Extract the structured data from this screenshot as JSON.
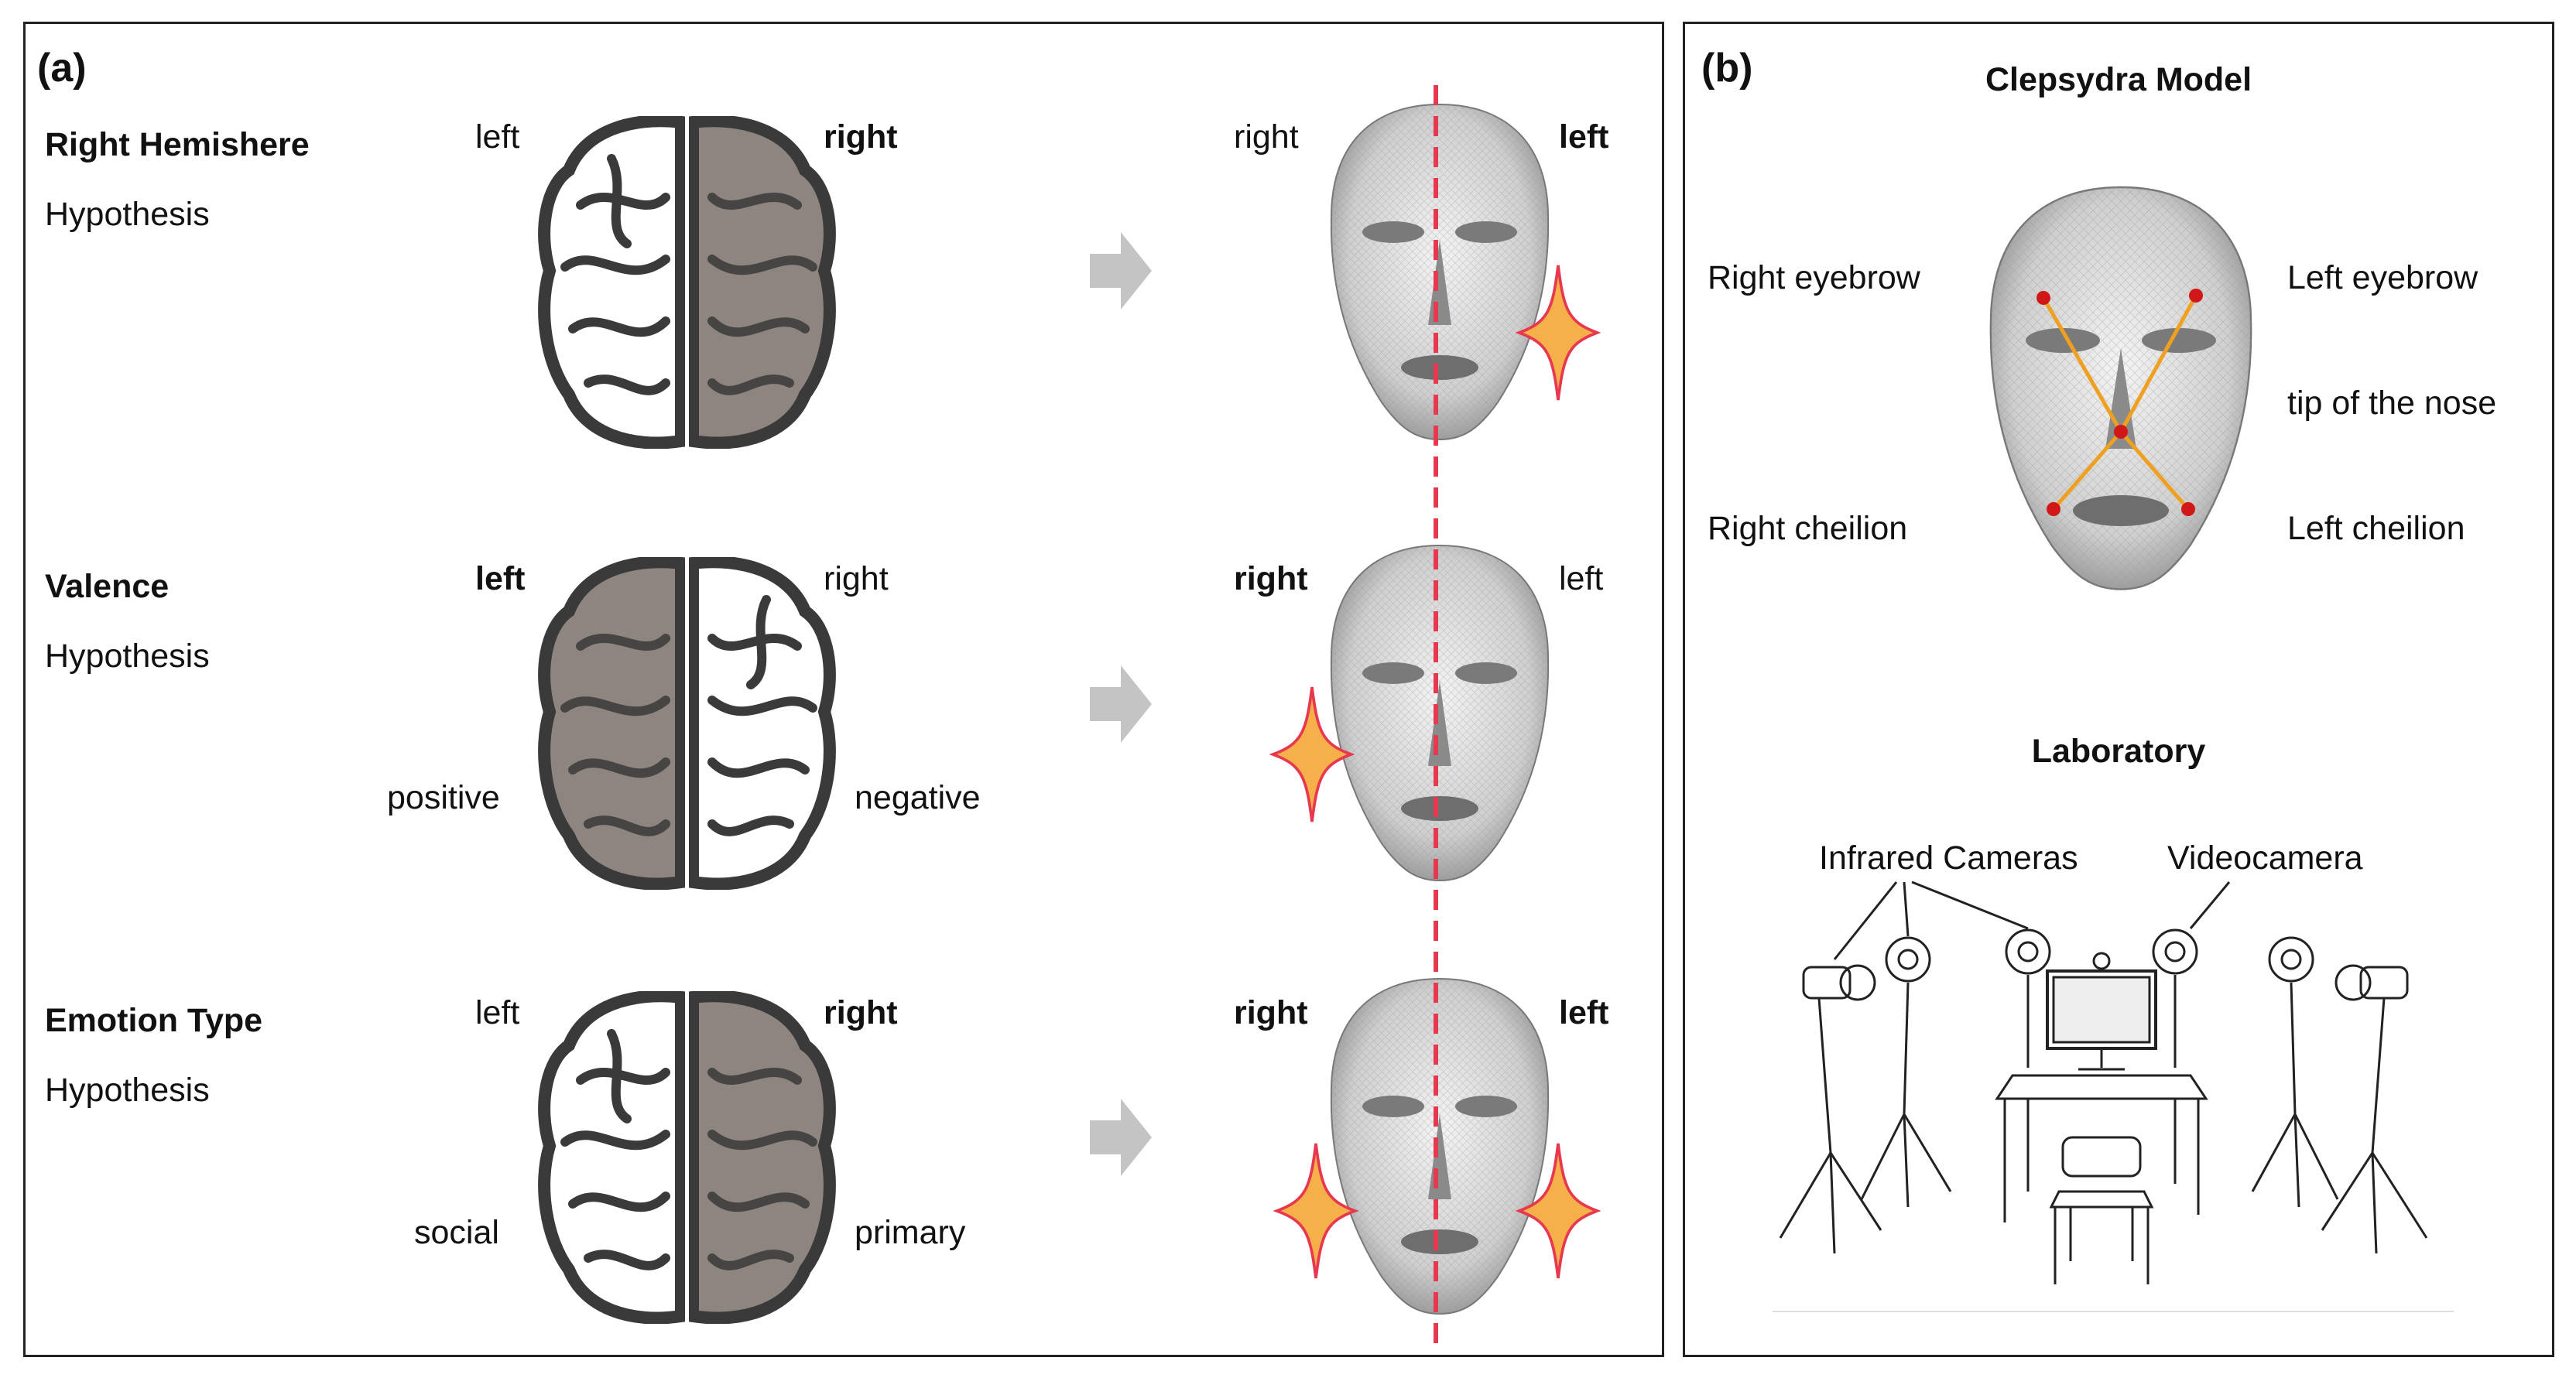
{
  "panel_a": {
    "label": "(a)",
    "rows": [
      {
        "title": "Right Hemishere",
        "subtitle": "Hypothesis",
        "brain_left": "left",
        "brain_right": "right",
        "face_left": "right",
        "face_right": "left",
        "brain_annot_left": "",
        "brain_annot_right": ""
      },
      {
        "title": "Valence",
        "subtitle": "Hypothesis",
        "brain_left": "left",
        "brain_right": "right",
        "face_left": "right",
        "face_right": "left",
        "brain_annot_left": "positive",
        "brain_annot_right": "negative"
      },
      {
        "title": "Emotion Type",
        "subtitle": "Hypothesis",
        "brain_left": "left",
        "brain_right": "right",
        "face_left": "right",
        "face_right": "left",
        "brain_annot_left": "social",
        "brain_annot_right": "primary"
      }
    ]
  },
  "panel_b": {
    "label": "(b)",
    "clepsydra_title": "Clepsydra Model",
    "landmarks": {
      "right_eyebrow": "Right eyebrow",
      "left_eyebrow": "Left eyebrow",
      "nose_tip": "tip of the nose",
      "right_cheilion": "Right cheilion",
      "left_cheilion": "Left cheilion"
    },
    "lab_title": "Laboratory",
    "infrared_label": "Infrared Cameras",
    "video_label": "Videocamera"
  },
  "colors": {
    "brain_active": "#8e8581",
    "brain_outline": "#3a3a3a",
    "midline": "#e8384f",
    "star_fill": "#f5b04a",
    "star_stroke": "#e8384f",
    "arrow": "#c4c4c4",
    "landmark_dot": "#d01818",
    "landmark_line": "#f0a020"
  }
}
